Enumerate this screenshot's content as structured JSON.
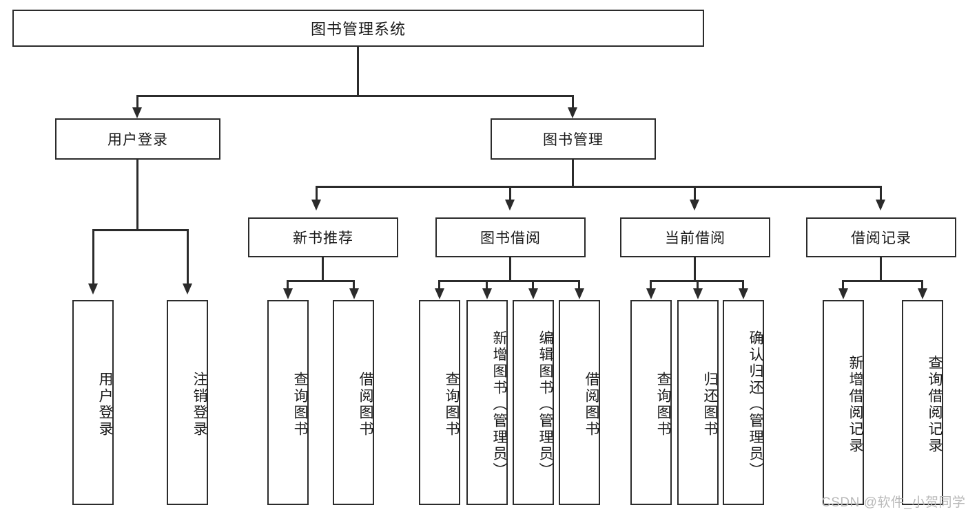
{
  "diagram": {
    "type": "tree-hierarchy",
    "title": "图书管理系统",
    "root": {
      "label": "图书管理系统"
    },
    "level2": [
      {
        "id": "user-login",
        "label": "用户登录"
      },
      {
        "id": "book-management",
        "label": "图书管理"
      }
    ],
    "level3": [
      {
        "id": "new-book-recommend",
        "label": "新书推荐"
      },
      {
        "id": "book-borrow",
        "label": "图书借阅"
      },
      {
        "id": "current-borrow",
        "label": "当前借阅"
      },
      {
        "id": "borrow-record",
        "label": "借阅记录"
      }
    ],
    "leaves": {
      "user_login": [
        {
          "id": "leaf-user-login",
          "label": "用户登录"
        },
        {
          "id": "leaf-logout-login",
          "label": "注销登录"
        }
      ],
      "new_book_recommend": [
        {
          "id": "leaf-query-book-1",
          "label": "查询图书"
        },
        {
          "id": "leaf-borrow-book-1",
          "label": "借阅图书"
        }
      ],
      "book_borrow": [
        {
          "id": "leaf-query-book-2",
          "label": "查询图书"
        },
        {
          "id": "leaf-add-book-admin",
          "label": "新增图书（管理员）"
        },
        {
          "id": "leaf-edit-book-admin",
          "label": "编辑图书（管理员）"
        },
        {
          "id": "leaf-borrow-book-2",
          "label": "借阅图书"
        }
      ],
      "current_borrow": [
        {
          "id": "leaf-query-book-3",
          "label": "查询图书"
        },
        {
          "id": "leaf-return-book",
          "label": "归还图书"
        },
        {
          "id": "leaf-confirm-return-admin",
          "label": "确认归还（管理员）"
        }
      ],
      "borrow_record": [
        {
          "id": "leaf-add-borrow-record",
          "label": "新增借阅记录"
        },
        {
          "id": "leaf-query-borrow-record",
          "label": "查询借阅记录"
        }
      ]
    },
    "watermark": "CSDN @软件_小贺同学",
    "colors": {
      "stroke": "#2b2b2b",
      "fill": "#ffffff",
      "text": "#1a1a1a",
      "watermark": "#b9b9b9"
    }
  }
}
